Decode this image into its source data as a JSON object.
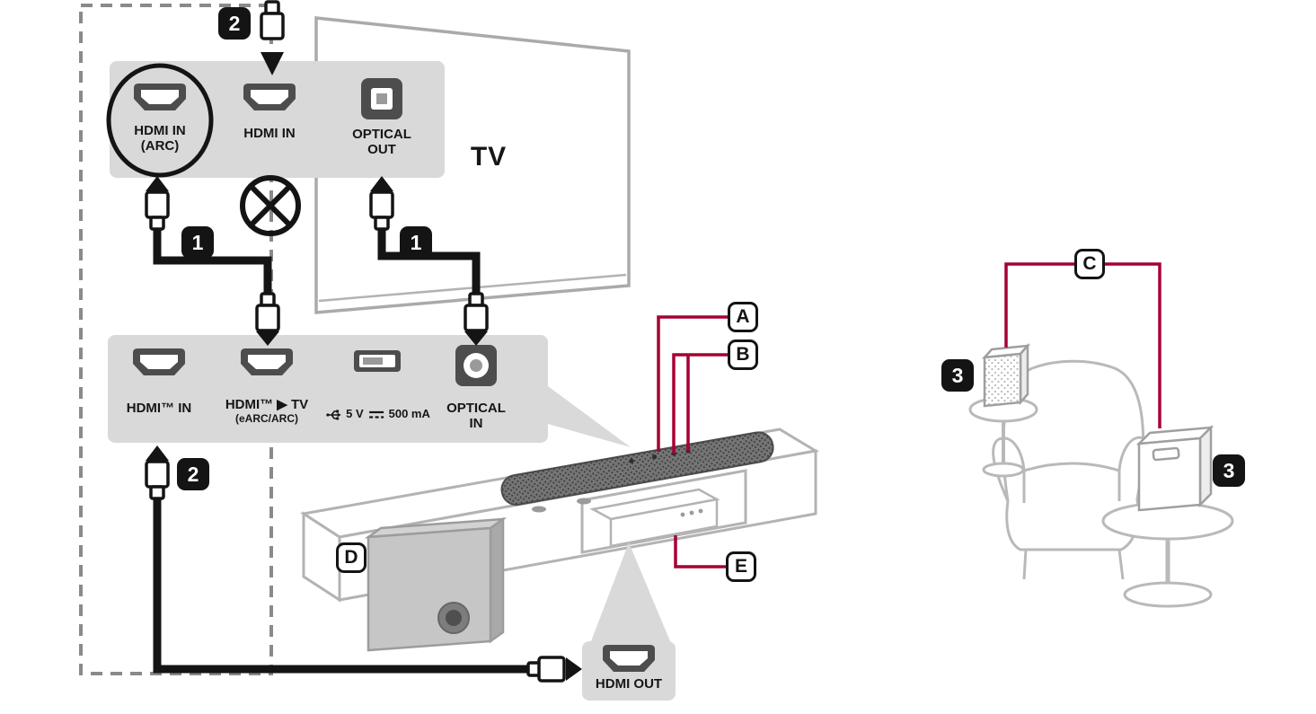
{
  "colors": {
    "accent": "#a50034",
    "panel": "#d9d9d9",
    "cable": "#141414",
    "outline": "#b3b3b3"
  },
  "icons": {
    "no_connection": "crossed-circle",
    "usb": "usb-trident",
    "dc_power": "solid-line-over-dashed-line",
    "direction": "solid-black-triangle-arrow"
  },
  "tv": {
    "label": "TV",
    "ports": {
      "hdmi_arc_line1": "HDMI IN",
      "hdmi_arc_line2": "(ARC)",
      "hdmi_in": "HDMI IN",
      "optical_out_line1": "OPTICAL",
      "optical_out_line2": "OUT"
    }
  },
  "soundbar": {
    "ports": {
      "hdmi_in": "HDMI™ IN",
      "hdmi_out_tv": "HDMI™ ▶ TV",
      "hdmi_out_tv_sub": "(eARC/ARC)",
      "usb_volts": "5 V",
      "usb_current": "500 mA",
      "optical_in_line1": "OPTICAL",
      "optical_in_line2": "IN"
    }
  },
  "device": {
    "hdmi_out": "HDMI OUT"
  },
  "steps": {
    "s1": "1",
    "s2": "2",
    "s3": "3"
  },
  "callouts": {
    "a": "A",
    "b": "B",
    "c": "C",
    "d": "D",
    "e": "E"
  }
}
